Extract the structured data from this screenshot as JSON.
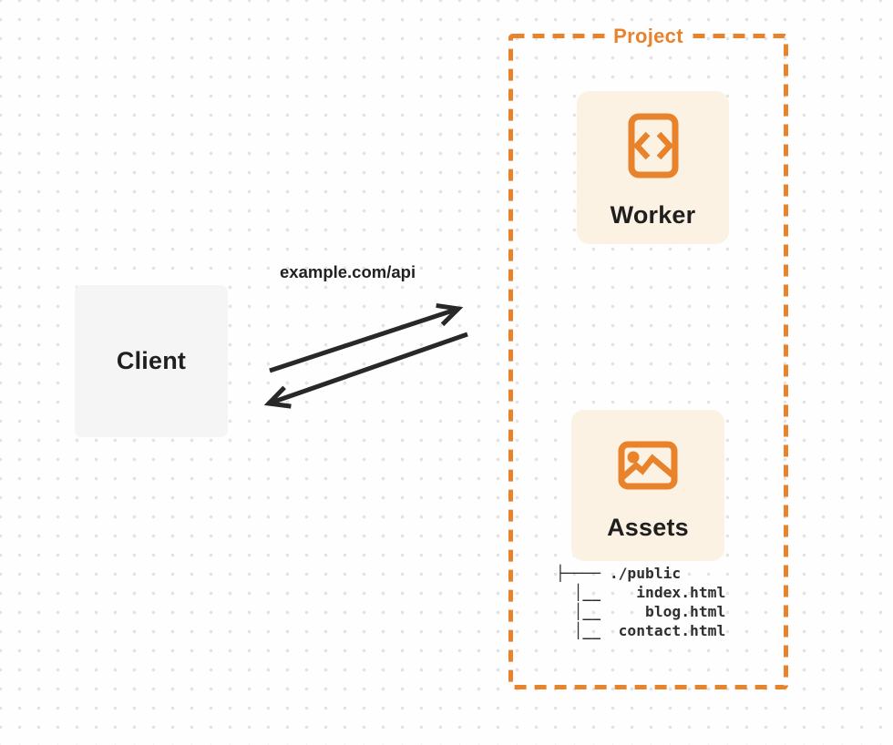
{
  "colors": {
    "accent_orange": "#E8832C",
    "card_cream": "#FBF2E3",
    "client_gray": "#F5F5F6",
    "ink": "#232323",
    "arrow": "#282828",
    "dot_grid": "#E3E3E3",
    "background": "#FEFEFE"
  },
  "client": {
    "label": "Client"
  },
  "request": {
    "url_label": "example.com/api"
  },
  "project": {
    "label": "Project",
    "worker": {
      "label": "Worker",
      "icon": "code-file-icon"
    },
    "assets": {
      "label": "Assets",
      "icon": "image-icon"
    },
    "file_tree": [
      "├──── ./public",
      "  │__    index.html",
      "  │__     blog.html",
      "  │__  contact.html"
    ]
  }
}
